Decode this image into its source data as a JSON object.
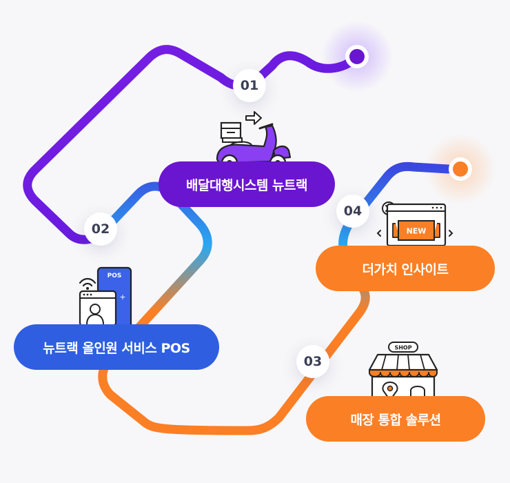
{
  "steps": [
    {
      "number": "01",
      "label": "배달대행시스템 뉴트랙",
      "icon": "delivery-scooter-icon",
      "color": "#6a15d0"
    },
    {
      "number": "02",
      "label": "뉴트랙 올인원 서비스 POS",
      "icon": "pos-terminal-icon",
      "color": "#2f5fe0"
    },
    {
      "number": "03",
      "label": "매장 통합 솔루션",
      "icon": "shop-storefront-icon",
      "color": "#fb7f25"
    },
    {
      "number": "04",
      "label": "더가치 인사이트",
      "icon": "new-window-icon",
      "color": "#fb7f25"
    }
  ],
  "icon_text": {
    "pos": "POS",
    "new": "NEW",
    "shop": "SHOP"
  },
  "colors": {
    "purple": "#6a15d0",
    "blue": "#2f5fe0",
    "cyan": "#27b4f0",
    "orange": "#fb7f25"
  }
}
